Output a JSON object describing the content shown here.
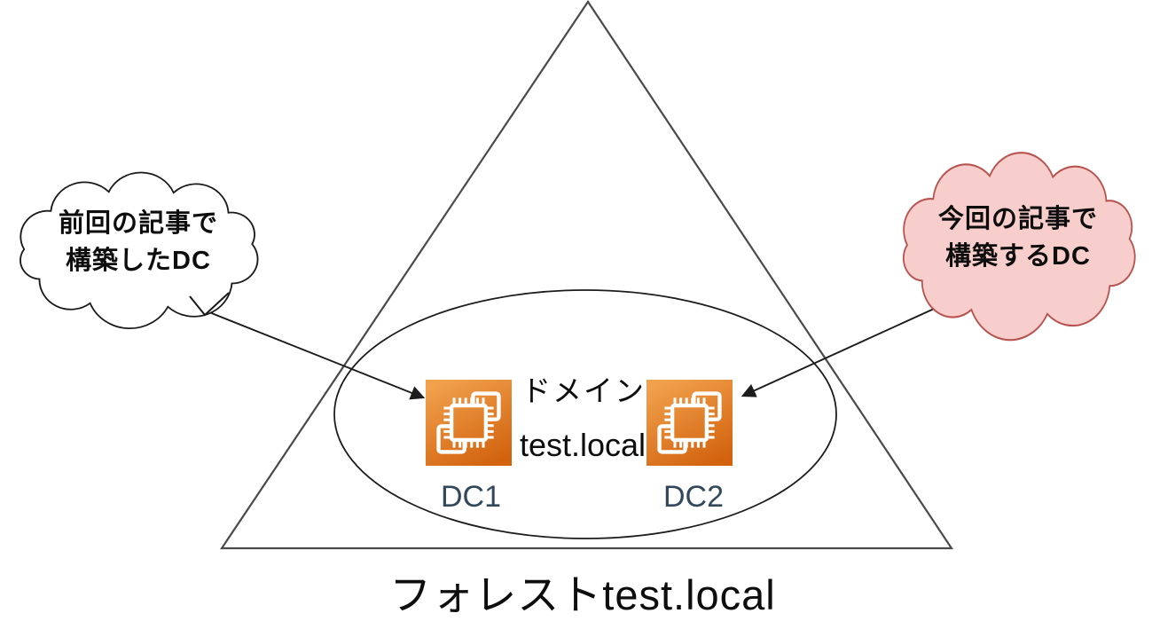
{
  "diagram": {
    "forest": {
      "label": "フォレストtest.local"
    },
    "domain": {
      "label": "ドメイン",
      "fqdn": "test.local"
    },
    "dcs": [
      {
        "label": "DC1"
      },
      {
        "label": "DC2"
      }
    ],
    "callouts": {
      "left": {
        "line1": "前回の記事で",
        "line2": "構築したDC",
        "fill": "#ffffff",
        "stroke": "#1a1a1a"
      },
      "right": {
        "line1": "今回の記事で",
        "line2": "構築するDC",
        "fill": "#f8cecc",
        "stroke": "#b85450"
      }
    },
    "icons": {
      "server_icon": "ec2-compute-icon",
      "gradient_top": "#f1a04c",
      "gradient_bottom": "#d2620e",
      "chip_color": "#ffffff"
    },
    "colors": {
      "line": "#1c1c1c",
      "triangle_stroke": "#4a4a4a",
      "dc_label": "#33475b",
      "text": "#0d0d0d"
    }
  }
}
